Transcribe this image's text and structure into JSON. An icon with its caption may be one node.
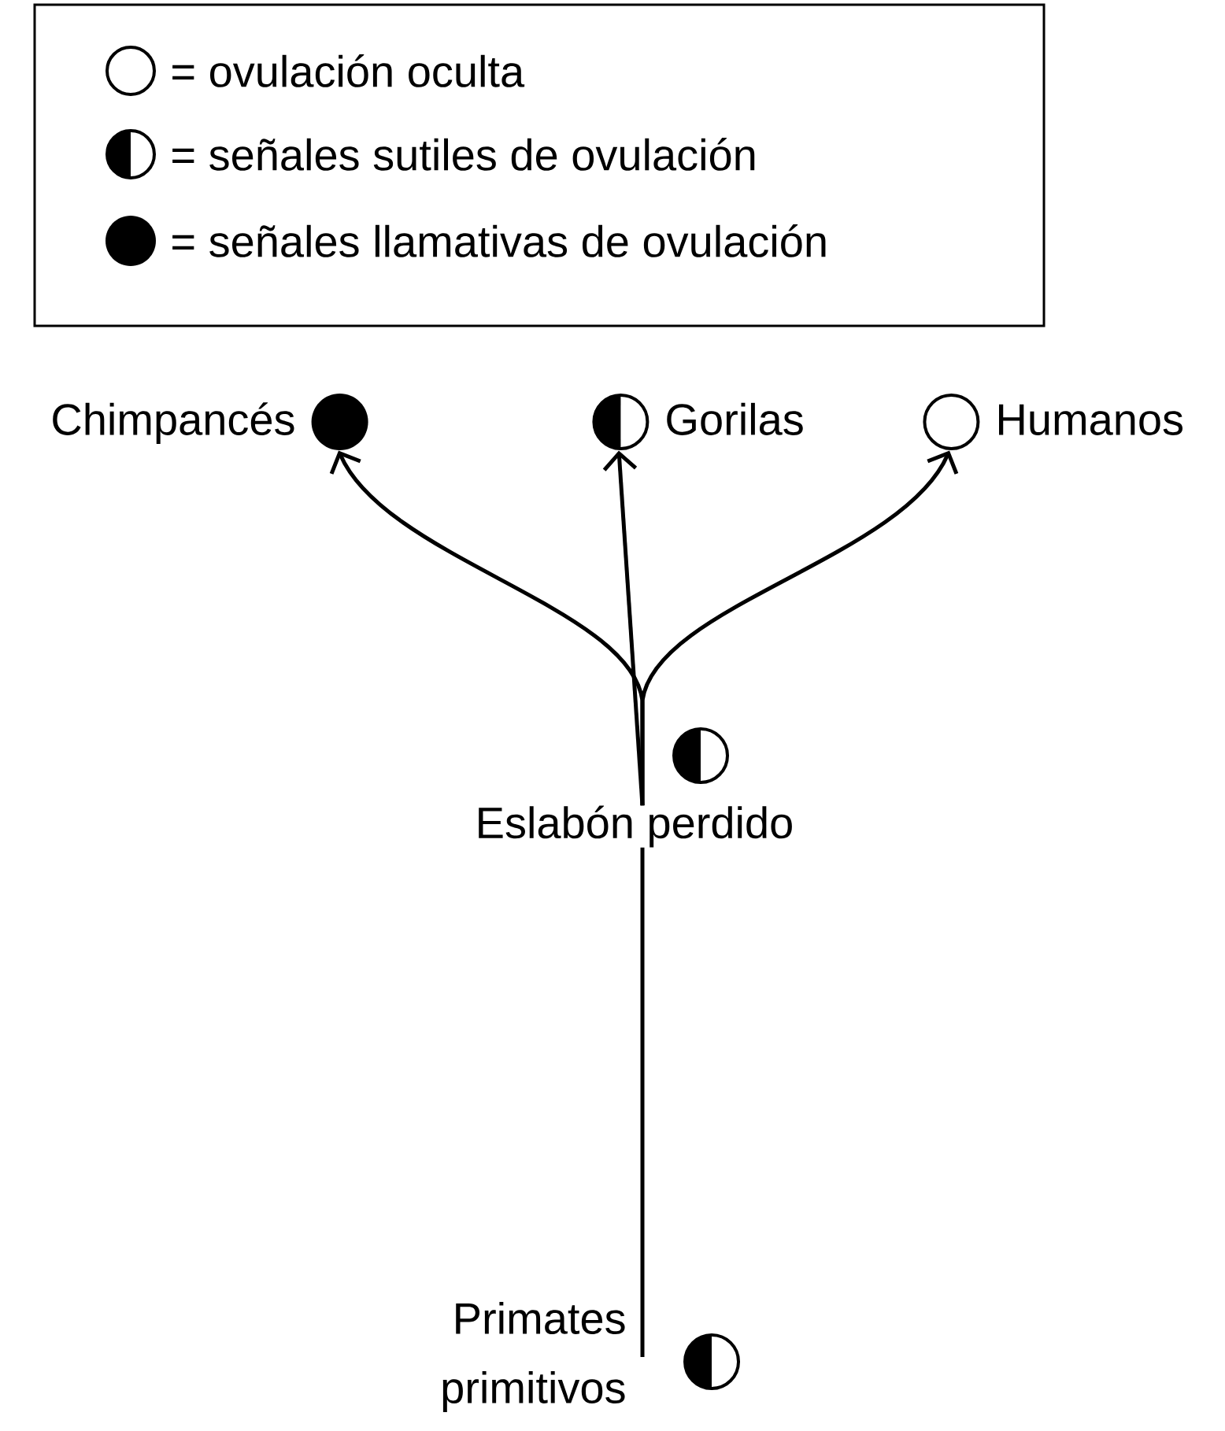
{
  "diagram": {
    "nodes": [
      {
        "text": [
          "Chimpancés"
        ]
      },
      {
        "text": [
          "Gorilas"
        ]
      },
      {
        "text": [
          "Humanos"
        ]
      },
      {
        "text": [
          "Eslabón perdido"
        ]
      },
      {
        "text": [
          "Primates primitivos"
        ]
      }
    ],
    "edges": [
      {
        "from": 3,
        "to": 0,
        "arrow": "to"
      },
      {
        "from": 3,
        "to": 1,
        "arrow": "to"
      },
      {
        "from": 3,
        "to": 2,
        "arrow": "to"
      },
      {
        "from": 4,
        "to": 3,
        "arrow": "none"
      }
    ],
    "legend": [
      {
        "text": "= ovulación oculta"
      },
      {
        "text": "= señales sutiles de ovulación"
      },
      {
        "text": "= señales llamativas de ovulación"
      }
    ]
  }
}
